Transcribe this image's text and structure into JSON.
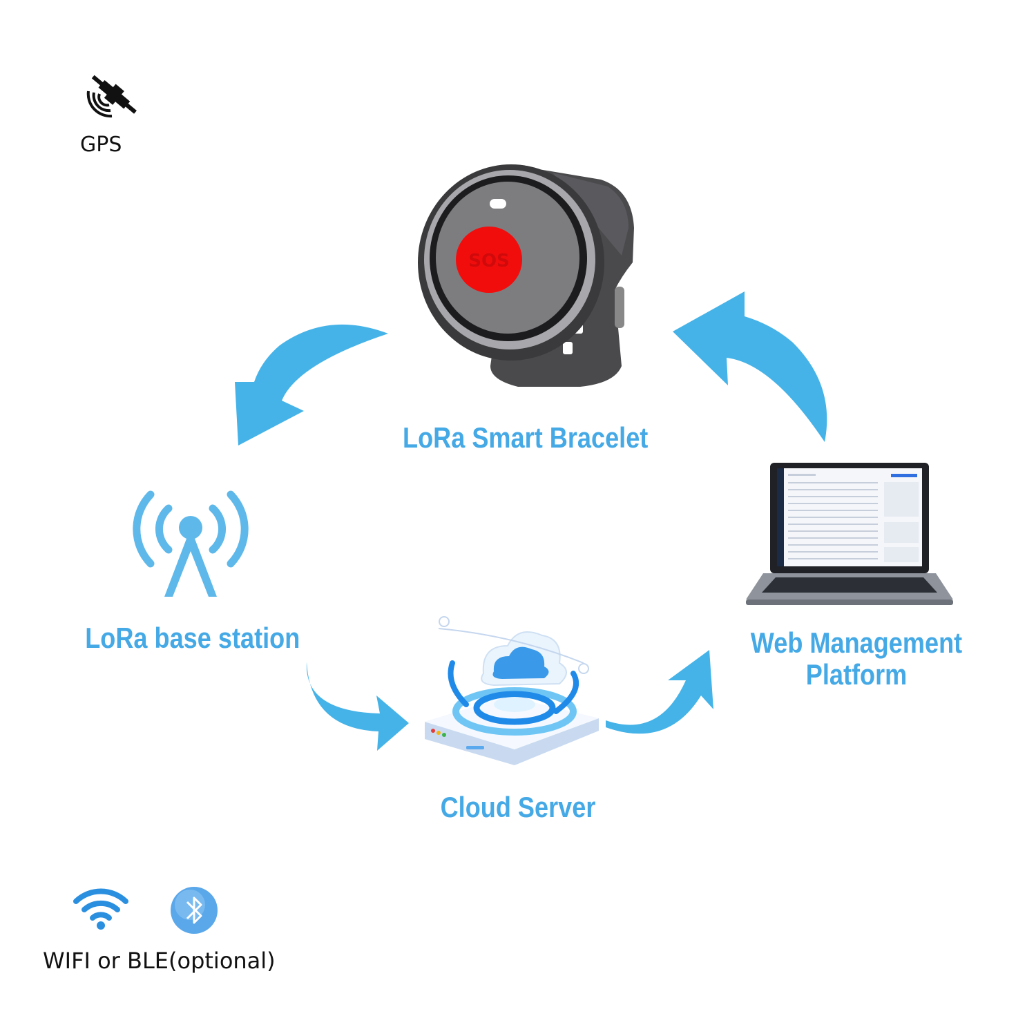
{
  "colors": {
    "accent": "#45a9e6",
    "arrow": "#45b3e8",
    "text_dark": "#111111",
    "sos_red": "#f20d0d",
    "watch_body": "#4a4a4d"
  },
  "top_left": {
    "icon": "satellite-icon",
    "label": "GPS"
  },
  "nodes": {
    "bracelet": {
      "icon": "smartwatch-icon",
      "label": "LoRa Smart Bracelet"
    },
    "base_station": {
      "icon": "antenna-tower-icon",
      "label": "LoRa base station"
    },
    "cloud": {
      "icon": "cloud-server-icon",
      "label": "Cloud Server"
    },
    "web": {
      "icon": "laptop-icon",
      "label_line1": "Web Management",
      "label_line2": "Platform"
    }
  },
  "bottom_left": {
    "icons": [
      "wifi-icon",
      "bluetooth-icon"
    ],
    "label": "WIFI or BLE(optional)"
  }
}
